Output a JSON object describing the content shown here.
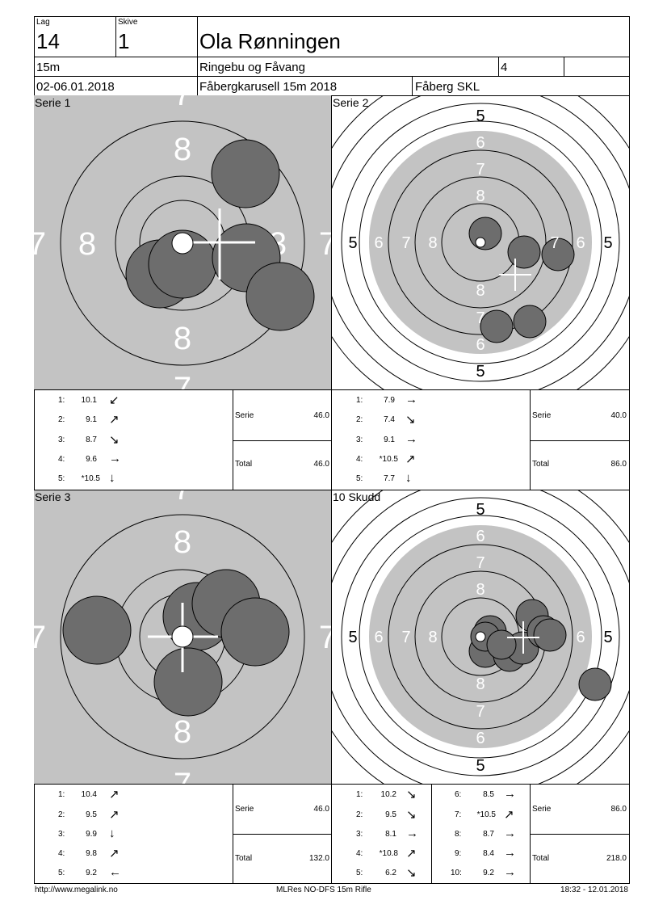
{
  "header": {
    "lag_label": "Lag",
    "lag_value": "14",
    "skive_label": "Skive",
    "skive_value": "1",
    "name": "Ola Rønningen",
    "distance": "15m",
    "club": "Ringebu og Fåvang",
    "number": "4",
    "date": "02-06.01.2018",
    "event": "Fåbergkarusell 15m 2018",
    "organizer": "Fåberg SKL"
  },
  "targets": {
    "t1": {
      "title": "Serie 1"
    },
    "t2": {
      "title": "Serie 2"
    },
    "t3": {
      "title": "Serie 3"
    },
    "t4": {
      "title": "10 Skudd"
    }
  },
  "series1": {
    "shots": [
      {
        "n": "1:",
        "score": "10.1",
        "arrow": "↙"
      },
      {
        "n": "2:",
        "score": "9.1",
        "arrow": "↗"
      },
      {
        "n": "3:",
        "score": "8.7",
        "arrow": "↘"
      },
      {
        "n": "4:",
        "score": "9.6",
        "arrow": "→"
      },
      {
        "n": "5:",
        "score": "*10.5",
        "arrow": "↓"
      }
    ],
    "serie_label": "Serie",
    "serie_value": "46.0",
    "total_label": "Total",
    "total_value": "46.0"
  },
  "series2": {
    "shots": [
      {
        "n": "1:",
        "score": "7.9",
        "arrow": "→"
      },
      {
        "n": "2:",
        "score": "7.4",
        "arrow": "↘"
      },
      {
        "n": "3:",
        "score": "9.1",
        "arrow": "→"
      },
      {
        "n": "4:",
        "score": "*10.5",
        "arrow": "↗"
      },
      {
        "n": "5:",
        "score": "7.7",
        "arrow": "↓"
      }
    ],
    "serie_label": "Serie",
    "serie_value": "40.0",
    "total_label": "Total",
    "total_value": "86.0"
  },
  "series3": {
    "shots": [
      {
        "n": "1:",
        "score": "10.4",
        "arrow": "↗"
      },
      {
        "n": "2:",
        "score": "9.5",
        "arrow": "↗"
      },
      {
        "n": "3:",
        "score": "9.9",
        "arrow": "↓"
      },
      {
        "n": "4:",
        "score": "9.8",
        "arrow": "↗"
      },
      {
        "n": "5:",
        "score": "9.2",
        "arrow": "←"
      }
    ],
    "serie_label": "Serie",
    "serie_value": "46.0",
    "total_label": "Total",
    "total_value": "132.0"
  },
  "series4": {
    "shots_left": [
      {
        "n": "1:",
        "score": "10.2",
        "arrow": "↘"
      },
      {
        "n": "2:",
        "score": "9.5",
        "arrow": "↘"
      },
      {
        "n": "3:",
        "score": "8.1",
        "arrow": "→"
      },
      {
        "n": "4:",
        "score": "*10.8",
        "arrow": "↗"
      },
      {
        "n": "5:",
        "score": "6.2",
        "arrow": "↘"
      }
    ],
    "shots_right": [
      {
        "n": "6:",
        "score": "8.5",
        "arrow": "→"
      },
      {
        "n": "7:",
        "score": "*10.5",
        "arrow": "↗"
      },
      {
        "n": "8:",
        "score": "8.7",
        "arrow": "→"
      },
      {
        "n": "9:",
        "score": "8.4",
        "arrow": "→"
      },
      {
        "n": "10:",
        "score": "9.2",
        "arrow": "→"
      }
    ],
    "serie_label": "Serie",
    "serie_value": "86.0",
    "total_label": "Total",
    "total_value": "218.0"
  },
  "ring_numbers": {
    "n5": "5",
    "n6": "6",
    "n7": "7",
    "n8": "8",
    "n3": "3"
  },
  "colors": {
    "target_gray": "#c3c3c3",
    "shot_fill": "#6d6d6d",
    "center_dot": "#ffffff"
  },
  "footer": {
    "url": "http://www.megalink.no",
    "software": "MLRes NO-DFS 15m Rifle",
    "printed": "18:32 - 12.01.2018"
  }
}
